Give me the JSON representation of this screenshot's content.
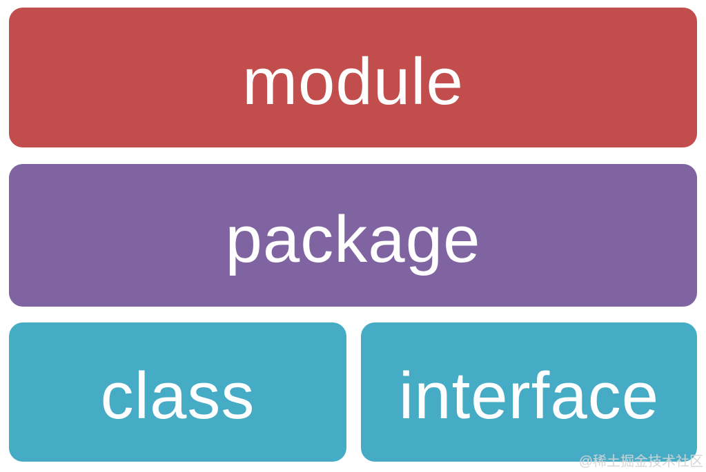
{
  "diagram": {
    "background_color": "#ffffff",
    "text_color": "#ffffff",
    "boxes": [
      {
        "id": "module",
        "label": "module",
        "color": "#c14e4c"
      },
      {
        "id": "package",
        "label": "package",
        "color": "#8064a2"
      },
      {
        "id": "class",
        "label": "class",
        "color": "#46abc5"
      },
      {
        "id": "interface",
        "label": "interface",
        "color": "#46abc5"
      }
    ]
  },
  "watermark": {
    "text": "@稀土掘金技术社区",
    "color": "#d2d2d2"
  }
}
